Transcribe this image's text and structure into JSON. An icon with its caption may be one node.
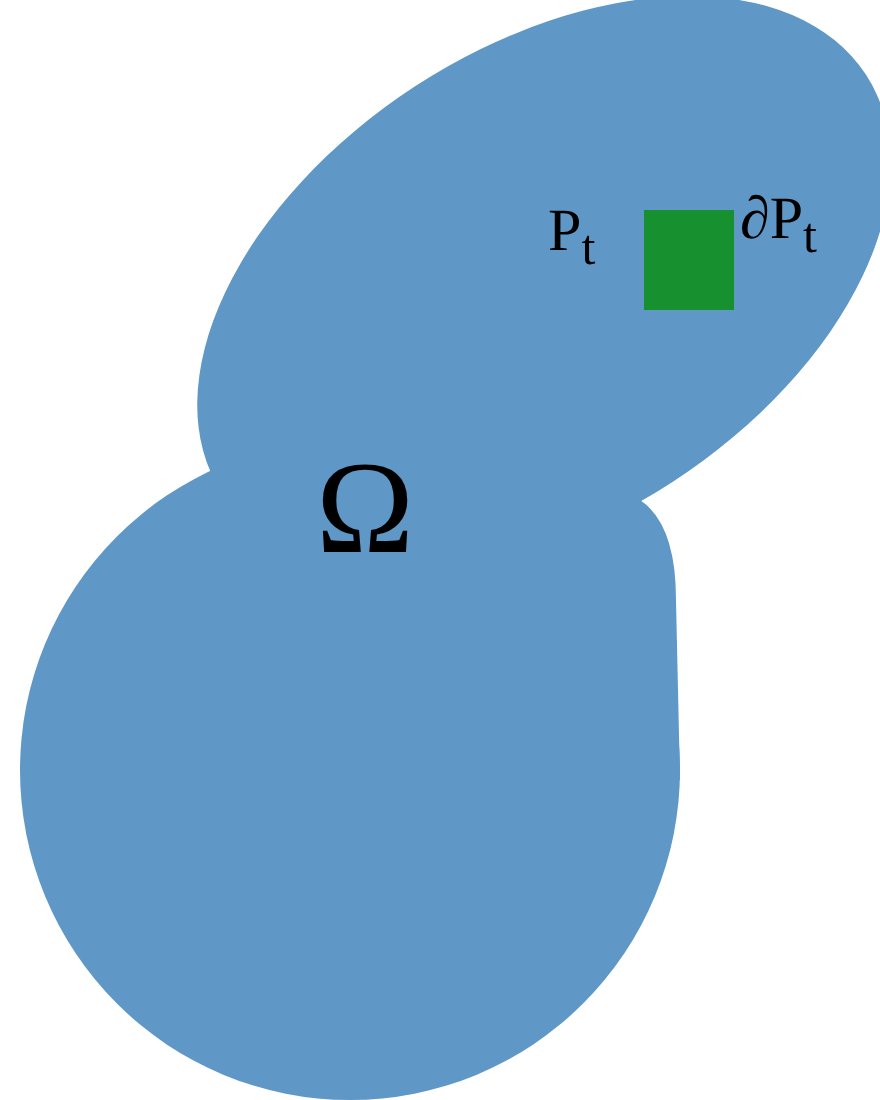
{
  "diagram": {
    "nodes": [
      {
        "text": [
          "Ω"
        ]
      },
      {
        "text": [],
        "shape": "box",
        "in": 0,
        "beside": [
          "P$_{t}$",
          "∂P$_{t}$"
        ]
      }
    ]
  }
}
